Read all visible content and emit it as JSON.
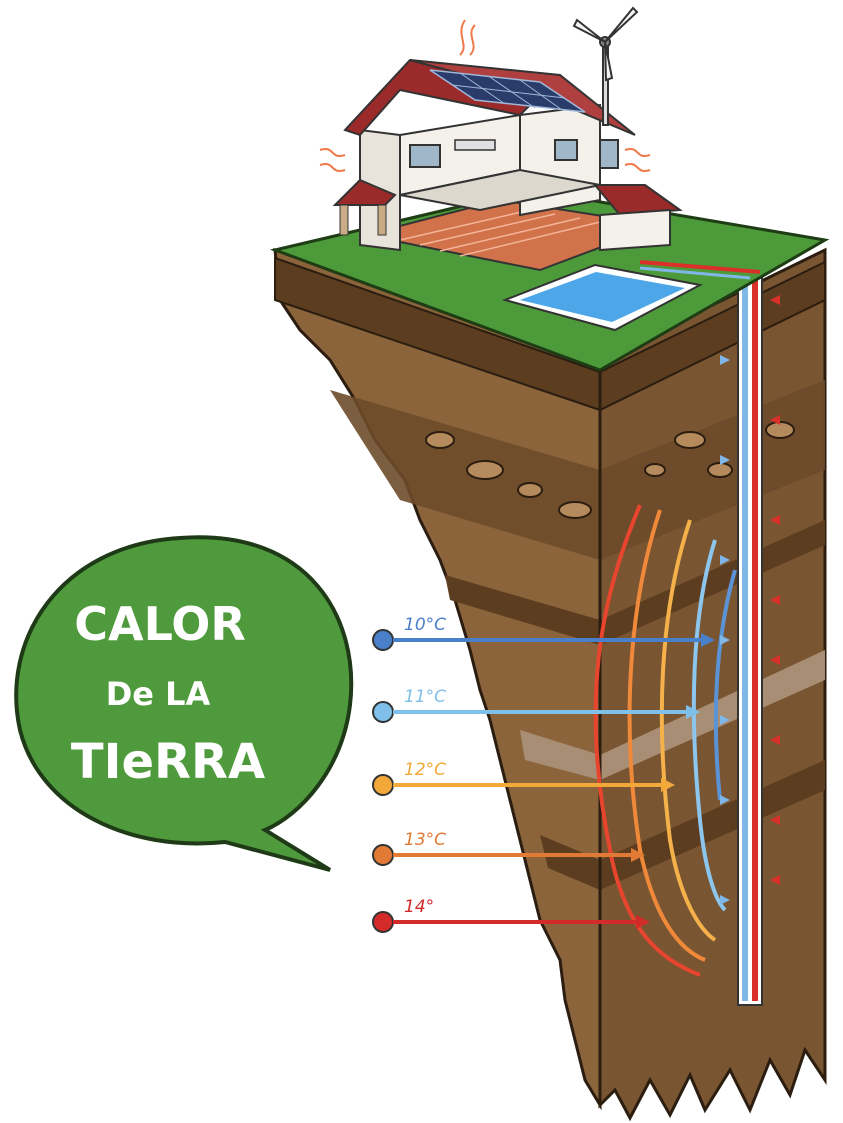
{
  "bubble": {
    "line1": "CALOR",
    "line2": "De LA",
    "line3": "TIeRRA",
    "color": "#4f9a3c"
  },
  "temperatures": [
    {
      "label": "10°C",
      "color": "#4a7fc9"
    },
    {
      "label": "11°C",
      "color": "#7fc0ea"
    },
    {
      "label": "12°C",
      "color": "#f2a93a"
    },
    {
      "label": "13°C",
      "color": "#e07a35"
    },
    {
      "label": "14°",
      "color": "#d32a2a"
    }
  ],
  "colors": {
    "soil_dark": "#6b4a2a",
    "soil_mid": "#8c643c",
    "soil_light": "#a37a4f",
    "grass": "#4c9a3a",
    "pool": "#4da6e8",
    "roof": "#9b2a2a",
    "pipe_hot": "#d9302a",
    "pipe_cold": "#7fb8e8"
  },
  "icons": {
    "house": "house-icon",
    "wind_turbine": "wind-turbine-icon",
    "solar_panel": "solar-panel-icon",
    "pool": "pool-icon"
  }
}
